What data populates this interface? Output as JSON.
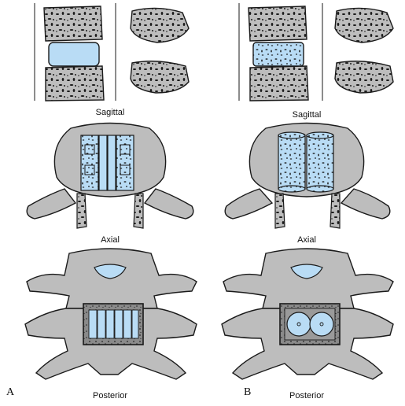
{
  "colors": {
    "bone": "#bdbdbd",
    "bone_dark": "#8f8f8f",
    "graft": "#b9dcf5",
    "outline": "#1a1a1a",
    "cage_frame": "#7a7a7a"
  },
  "panels": {
    "A": {
      "letter": "A",
      "views": {
        "sagittal": "Sagittal",
        "axial": "Axial",
        "posterior": "Posterior"
      }
    },
    "B": {
      "letter": "B",
      "views": {
        "sagittal": "Sagittal",
        "axial": "Axial",
        "posterior": "Posterior"
      }
    }
  }
}
